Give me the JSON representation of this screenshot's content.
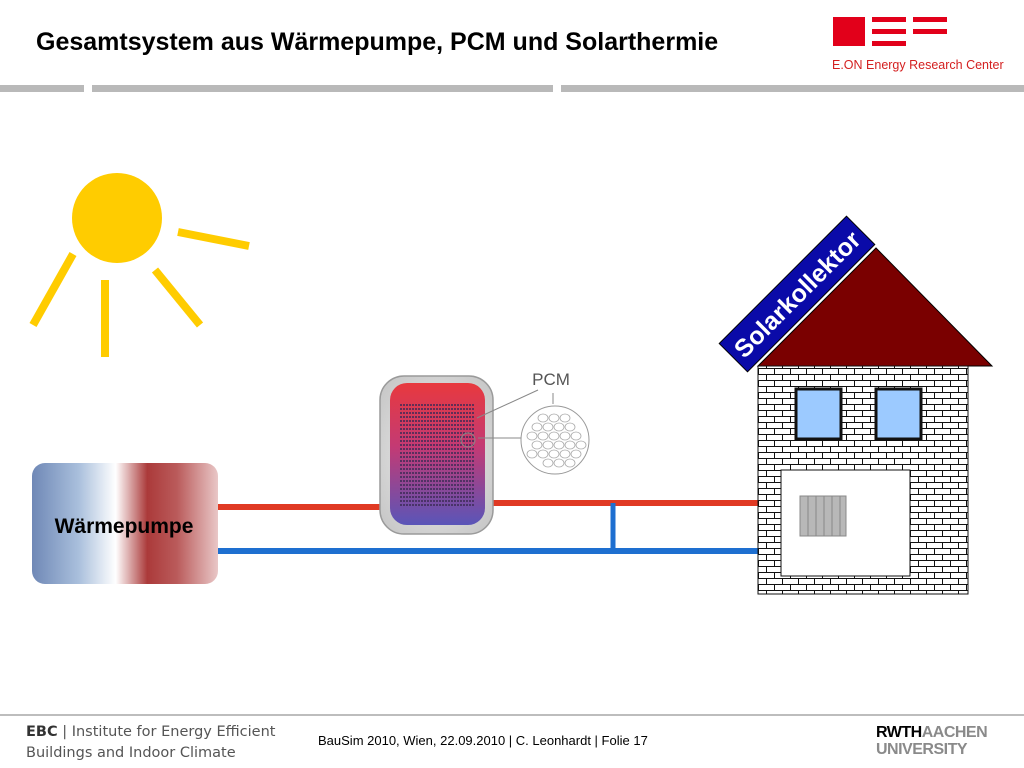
{
  "slide": {
    "title": "Gesamtsystem aus Wärmepumpe, PCM und Solarthermie"
  },
  "logo": {
    "brand_text": "E.ON Energy Research Center",
    "icon": "eon-erc-logo-icon",
    "color": "#e2001a"
  },
  "diagram": {
    "heat_pump_label": "Wärmepumpe",
    "pcm_label": "PCM",
    "collector_label": "Solarkollektor",
    "colors": {
      "sun": "#ffcc00",
      "supply_pipe": "#e03a24",
      "return_pipe": "#1e6fd0",
      "roof": "#7a0000",
      "collector": "#0a0aa8",
      "window": "#9ccaff"
    }
  },
  "footer": {
    "institute_abbr": "EBC",
    "separator": "|",
    "institute_line1": "Institute for Energy Efficient",
    "institute_line2": "Buildings and Indoor Climate",
    "citation": "BauSim 2010, Wien, 22.09.2010 | C. Leonhardt | Folie 17",
    "university_line1_bold": "RWTH",
    "university_line1_rest": "AACHEN",
    "university_line2": "UNIVERSITY"
  }
}
